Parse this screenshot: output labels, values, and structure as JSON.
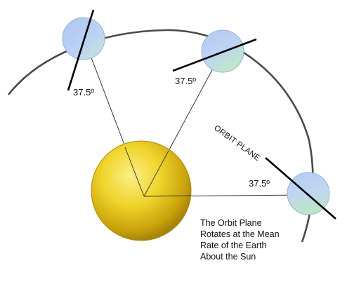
{
  "diagram": {
    "angle_labels": [
      "37.5º",
      "37.5º",
      "37.5º"
    ],
    "orbit_plane_label": "ORBIT PLANE",
    "caption_lines": [
      "The Orbit Plane",
      "Rotates at the Mean",
      "Rate of the Earth",
      "About the Sun"
    ],
    "colors": {
      "sun_core": "#f2dc3a",
      "sun_edge": "#b38d05",
      "planet_blue": "#b8cff5",
      "planet_green": "#bfe8c4",
      "orbit_line": "#4a4a4a",
      "radius_line": "#333333",
      "axis_line": "#000000"
    }
  }
}
